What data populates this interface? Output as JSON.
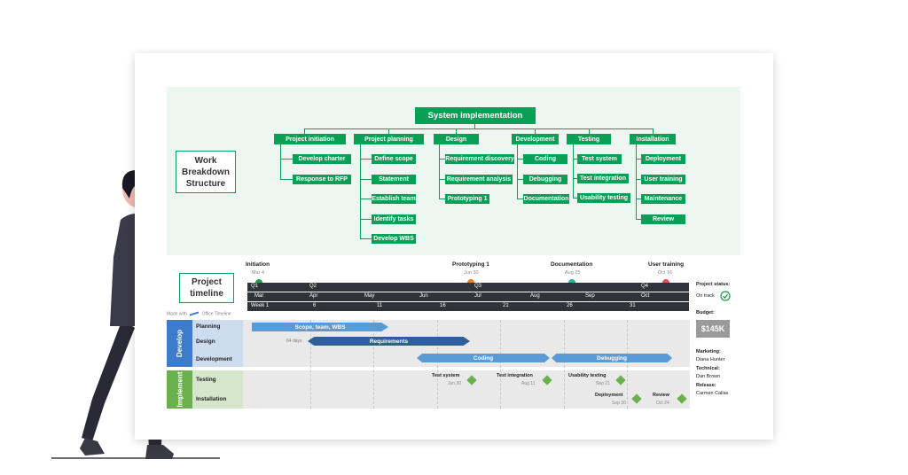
{
  "wbs": {
    "root": "System implementation",
    "label_lines": [
      "Work",
      "Breakdown",
      "Structure"
    ],
    "columns": [
      {
        "title": "Project initiation",
        "items": [
          "Develop charter",
          "Response to RFP"
        ]
      },
      {
        "title": "Project planning",
        "items": [
          "Define scope",
          "Statement",
          "Establish team",
          "Identify tasks",
          "Develop WBS"
        ]
      },
      {
        "title": "Design",
        "items": [
          "Requirement discovery",
          "Requirement analysis",
          "Prototyping 1"
        ]
      },
      {
        "title": "Development",
        "items": [
          "Coding",
          "Debugging",
          "Documentation"
        ]
      },
      {
        "title": "Testing",
        "items": [
          "Test system",
          "Test integration",
          "Usability testing"
        ]
      },
      {
        "title": "Installation",
        "items": [
          "Deployment",
          "User training",
          "Maintenance",
          "Review"
        ]
      }
    ]
  },
  "timeline": {
    "label_lines": [
      "Project",
      "timeline"
    ],
    "made_with": "Made with",
    "brand": "Office Timeline",
    "milestones": [
      {
        "title": "Initiation",
        "date": "Mar 4",
        "color": "#1e9e4e"
      },
      {
        "title": "Prototyping 1",
        "date": "Jun 30",
        "color": "#e67e22"
      },
      {
        "title": "Documentation",
        "date": "Aug 25",
        "color": "#1abc9c"
      },
      {
        "title": "User training",
        "date": "Oct 16",
        "color": "#e74c5c"
      }
    ],
    "quarters": [
      "Q1",
      "Q2",
      "Q3",
      "Q4"
    ],
    "months": [
      "Mar",
      "Apr",
      "May",
      "Jun",
      "Jul",
      "Aug",
      "Sep",
      "Oct"
    ],
    "weeks": [
      "Week 1",
      "6",
      "11",
      "16",
      "21",
      "26",
      "31"
    ],
    "develop": {
      "lane": "Develop",
      "color": "#3d7cc9",
      "tasks": [
        "Planning",
        "Design",
        "Development"
      ],
      "bars": [
        {
          "label": "Scope, team, WBS"
        },
        {
          "label": "Requirements",
          "note": "64 days"
        },
        {
          "label": "Coding"
        },
        {
          "label": "Debugging"
        }
      ]
    },
    "implement": {
      "lane": "Implement",
      "color": "#6ab04c",
      "tasks": [
        "Testing",
        "Installation"
      ],
      "milestones": [
        {
          "title": "Test system",
          "date": "Jun 30"
        },
        {
          "title": "Test integration",
          "date": "Aug 11"
        },
        {
          "title": "Usability testing",
          "date": "Sep 21"
        },
        {
          "title": "Deployment",
          "date": "Sep 30"
        },
        {
          "title": "Review",
          "date": "Oct 24"
        }
      ]
    },
    "sidebar": {
      "status_label": "Project status:",
      "status_value": "On track",
      "budget_label": "Budget:",
      "budget_value": "$145K",
      "roles": [
        {
          "role": "Marketing:",
          "name": "Diana Hunter"
        },
        {
          "role": "Technical:",
          "name": "Dan Brown"
        },
        {
          "role": "Release:",
          "name": "Carmen Callas"
        }
      ]
    }
  },
  "icons": {
    "status": "check-circle-icon",
    "brand": "office-timeline-logo-icon",
    "person": "person-illustration"
  }
}
